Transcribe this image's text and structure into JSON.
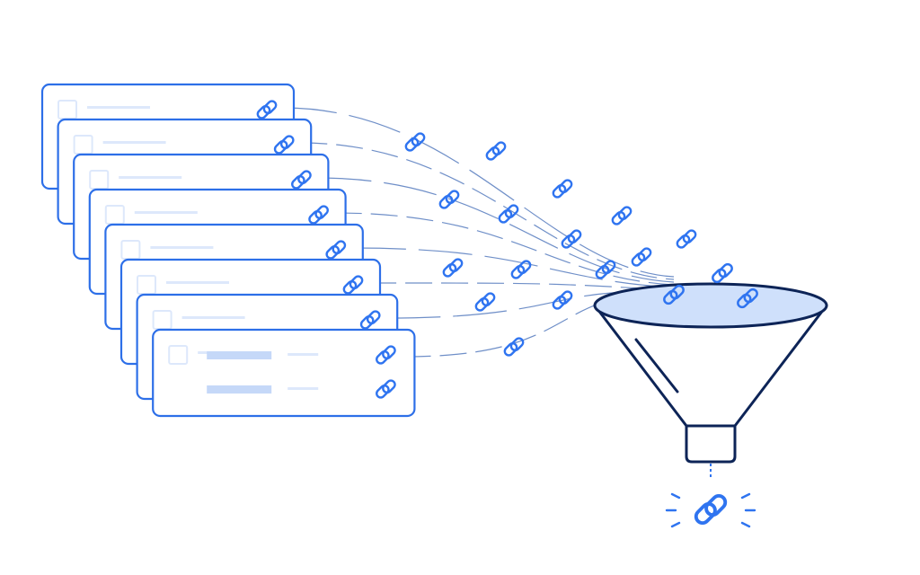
{
  "illustration": {
    "subject": "browser-windows-with-links-into-funnel",
    "window_count": 8,
    "output_link_count": 1
  },
  "icons": {
    "window": "browser-window-icon",
    "link": "chain-link-icon",
    "funnel": "funnel-icon",
    "sparkle": "sparkle-icon"
  },
  "colors": {
    "background": "#ffffff",
    "stroke_blue": "#2d6fe8",
    "link_blue": "#2f74f0",
    "placeholder_light": "#dde8fb",
    "placeholder_bar": "#c5d8f8",
    "funnel_outline": "#0d2457",
    "funnel_liquid": "#cfe0fb",
    "connector_line": "#6f8fc8"
  }
}
